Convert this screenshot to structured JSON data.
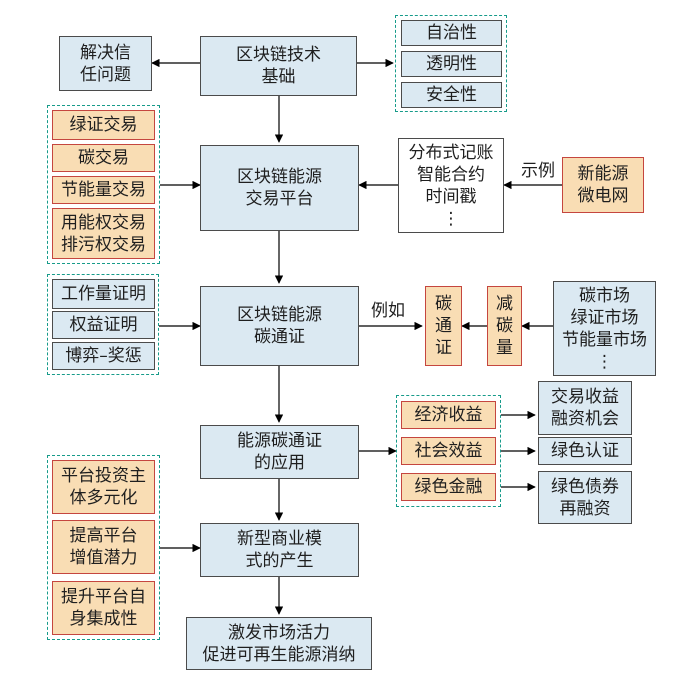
{
  "center": {
    "blockchain_basis": "区块链技术\n基础",
    "energy_platform": "区块链能源\n交易平台",
    "carbon_token": "区块链能源\n碳通证",
    "token_application": "能源碳通证\n的应用",
    "business_model": "新型商业模\n式的产生",
    "market_vitality": "激发市场活力\n促进可再生能源消纳"
  },
  "trust_problem": "解决信\n任问题",
  "properties": [
    "自治性",
    "透明性",
    "安全性"
  ],
  "trade_types": [
    "绿证交易",
    "碳交易",
    "节能量交易",
    "用能权交易\n排污权交易"
  ],
  "tech_features": "分布式记账\n智能合约\n时间戳\n⋮",
  "example_label": "示例",
  "microgrid": "新能源\n微电网",
  "proof_mechanisms": [
    "工作量证明",
    "权益证明",
    "博弈–奖惩"
  ],
  "eg_label": "例如",
  "carbon_token_vertical": "碳\n通\n证",
  "reduce_carbon": "减\n碳\n量",
  "markets": "碳市场\n绿证市场\n节能量市场\n⋮",
  "benefits": [
    "经济收益",
    "社会效益",
    "绿色金融"
  ],
  "outcomes": [
    "交易收益\n融资机会",
    "绿色认证",
    "绿色债券\n再融资"
  ],
  "platform_traits": [
    "平台投资主\n体多元化",
    "提高平台\n增值潜力",
    "提升平台自\n身集成性"
  ]
}
